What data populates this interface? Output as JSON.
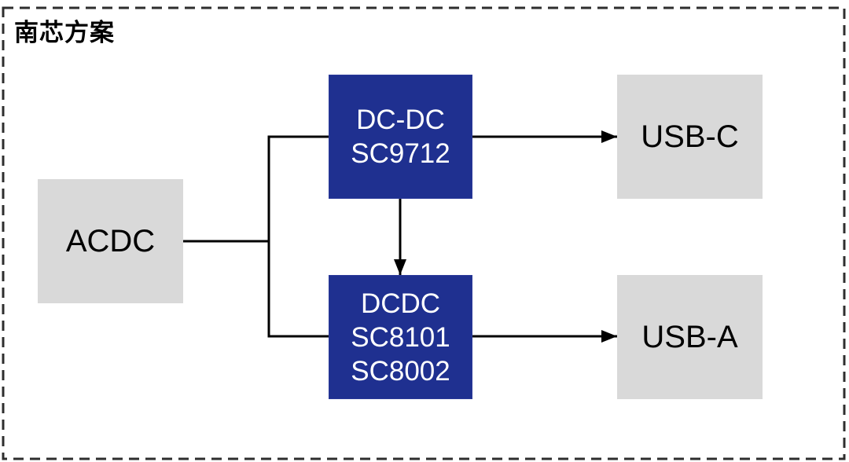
{
  "title": "南芯方案",
  "colors": {
    "box_blue": "#1f3090",
    "box_gray": "#d9d9d9",
    "connector": "#000000",
    "frame_dash": "#2e2e2e",
    "text_on_blue": "#ffffff",
    "text_dark": "#000000"
  },
  "nodes": {
    "acdc": {
      "label": "ACDC"
    },
    "dcdc_top": {
      "lines": [
        "DC-DC",
        "SC9712"
      ]
    },
    "dcdc_bottom": {
      "lines": [
        "DCDC",
        "SC8101",
        "SC8002"
      ]
    },
    "usb_c": {
      "label": "USB-C"
    },
    "usb_a": {
      "label": "USB-A"
    }
  }
}
